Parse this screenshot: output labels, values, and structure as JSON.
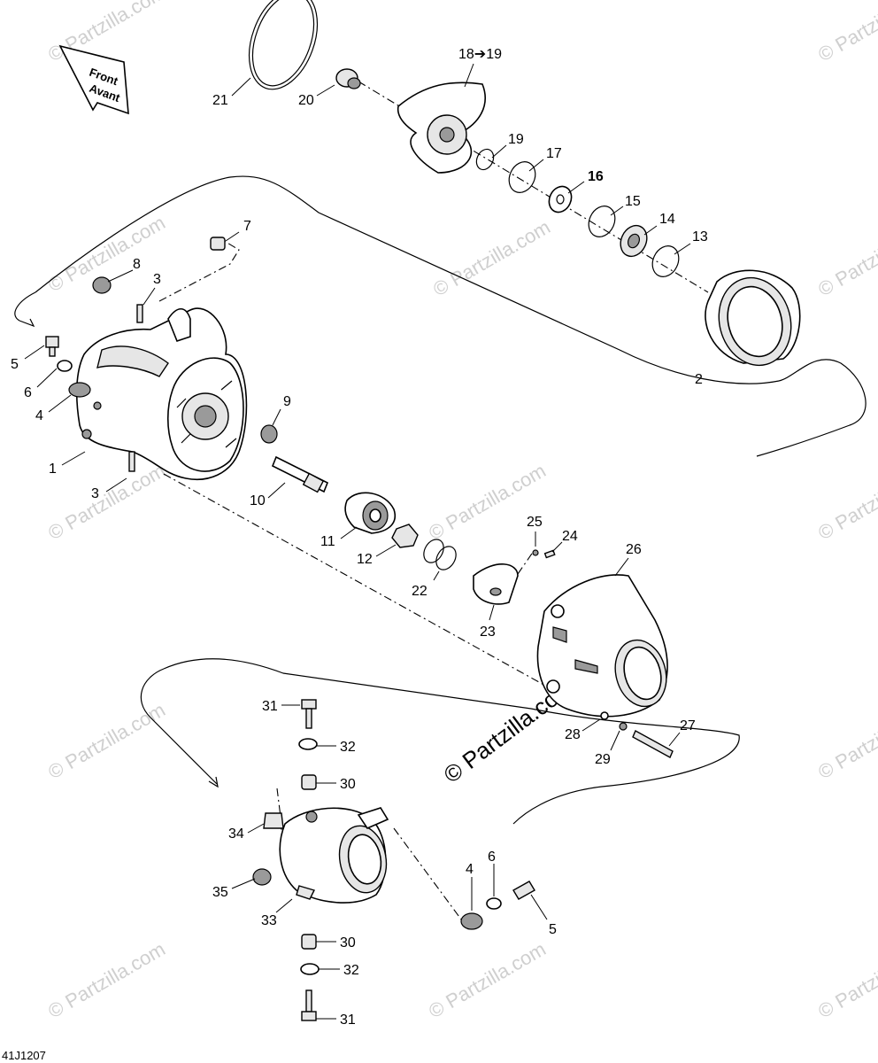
{
  "diagram_code": "41J1207",
  "direction_arrow": {
    "line1": "Front",
    "line2": "Avant"
  },
  "watermark": {
    "text": "© Partzilla.com",
    "center_text": "© Partzilla.com"
  },
  "callouts": {
    "c1": "1",
    "c2": "2",
    "c3a": "3",
    "c3b": "3",
    "c4a": "4",
    "c4b": "4",
    "c5a": "5",
    "c5b": "5",
    "c6a": "6",
    "c6b": "6",
    "c7": "7",
    "c8": "8",
    "c9": "9",
    "c10": "10",
    "c11": "11",
    "c12": "12",
    "c13": "13",
    "c14": "14",
    "c15": "15",
    "c16": "16",
    "c17": "17",
    "c18": "18➔19",
    "c19": "19",
    "c20": "20",
    "c21": "21",
    "c22": "22",
    "c23": "23",
    "c24": "24",
    "c25": "25",
    "c26": "26",
    "c27": "27",
    "c28": "28",
    "c29": "29",
    "c30a": "30",
    "c30b": "30",
    "c31a": "31",
    "c31b": "31",
    "c32a": "32",
    "c32b": "32",
    "c33": "33",
    "c34": "34",
    "c35": "35"
  }
}
